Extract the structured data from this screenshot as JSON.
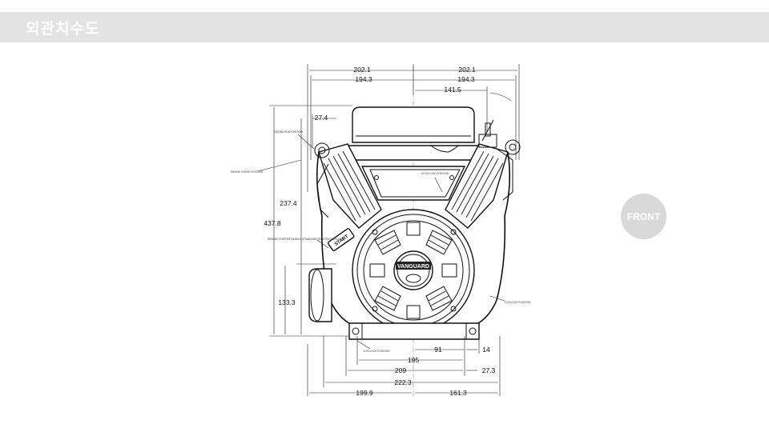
{
  "header": {
    "title": "외관치수도"
  },
  "badge": {
    "label": "FRONT"
  },
  "drawing": {
    "dimensions": {
      "top_left_width": "202.1",
      "top_right_width": "202.1",
      "top_left_inner": "194.3",
      "top_right_inner": "194.3",
      "offset_right": "141.5",
      "plug_offset": "27.4",
      "upper_height": "237.4",
      "total_height": "437.8",
      "lower_height": "133.3",
      "mount_right_half": "91",
      "mount_right_small": "14",
      "mount_width_195": "195",
      "mount_width_209": "209",
      "mount_right_27": "27.3",
      "base_width": "222.3",
      "bottom_left": "199.9",
      "bottom_right": "161.3"
    },
    "logo_text": "VANGUARD",
    "start_label": "START",
    "callouts": {
      "dipstick": "ENGINE RUN POSITION",
      "choke": "ENGINE CHOKE POSITION",
      "oil_fill_top": "12 O'CLOCK POSITION",
      "rewind": "REWIND STARTER HANDLE (STANDARD POSITION 9 O'CLOCK)",
      "right_side": "3 O'CLOCK POSITION",
      "bottom": "6 O'CLOCK POSITION"
    }
  }
}
